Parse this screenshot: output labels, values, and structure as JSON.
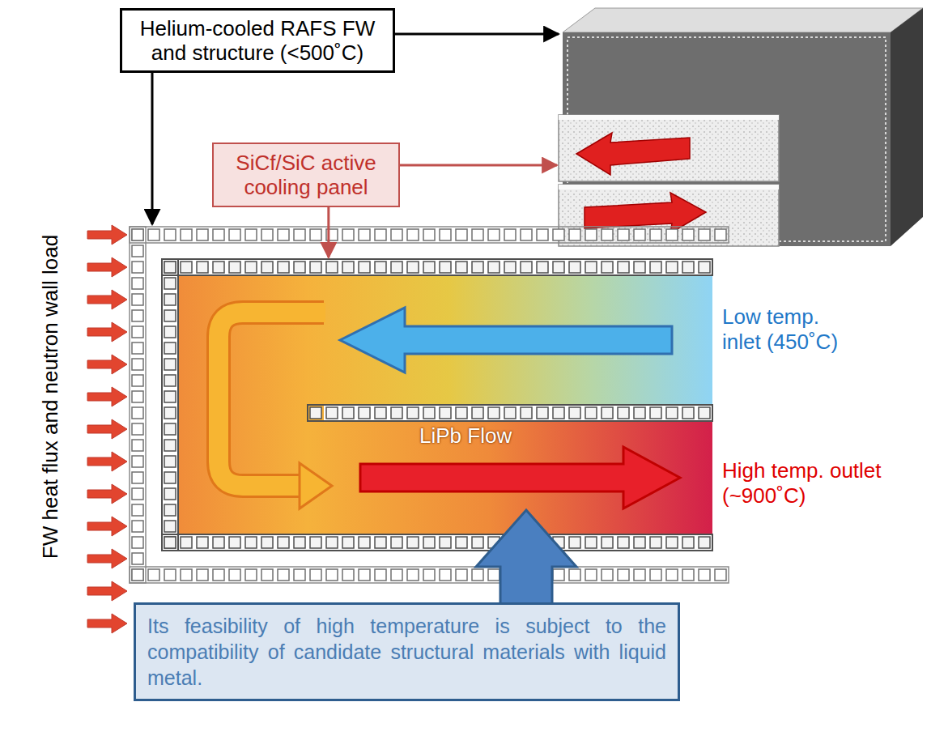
{
  "diagram": {
    "nodes": [
      {
        "text": [
          "Helium-cooled RAFS FW and structure (<500˚C)"
        ]
      },
      {
        "text": [
          "SiCf/SiC active cooling panel"
        ]
      },
      {
        "text": [
          "Its feasibility of high temperature is subject to the compatibility of candidate structural materials with liquid metal."
        ]
      }
    ],
    "labels": [
      "FW heat flux and neutron wall load",
      "LiPb Flow",
      "Low temp. inlet (450˚C)",
      "High temp. outlet (~900˚C)"
    ]
  }
}
